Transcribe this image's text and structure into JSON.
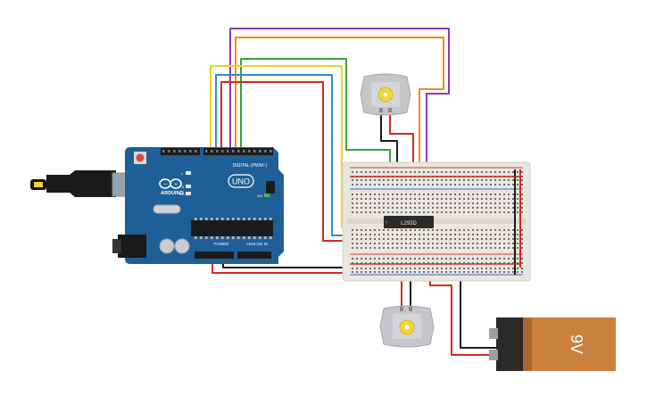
{
  "arduino": {
    "brand": "ARDUINO",
    "model": "UNO",
    "digital_label": "DIGITAL (PWM~)",
    "power_label": "POWER",
    "analog_label": "ANALOG IN",
    "on_label": "ON",
    "led_labels": [
      "L",
      "TX",
      "RX"
    ],
    "board_color": "#1f5f97",
    "usb_color": "#9aa3ad"
  },
  "breadboard": {
    "color": "#e9e6e1",
    "rail_red": "#d43b2f",
    "rail_blue": "#3b63c4"
  },
  "driver_ic": {
    "label": "L293D"
  },
  "battery": {
    "label": "9V",
    "body_color": "#c9803c",
    "cap_color": "#222222"
  },
  "motors": [
    {
      "name": "motor-top"
    },
    {
      "name": "motor-bottom"
    }
  ],
  "wire_colors": {
    "red": "#d32a1f",
    "black": "#1a1a1a",
    "yellow": "#f2d21a",
    "green": "#3aa33c",
    "blue": "#2a8fd4",
    "orange": "#ee8a1a",
    "purple": "#8a3ab8"
  }
}
